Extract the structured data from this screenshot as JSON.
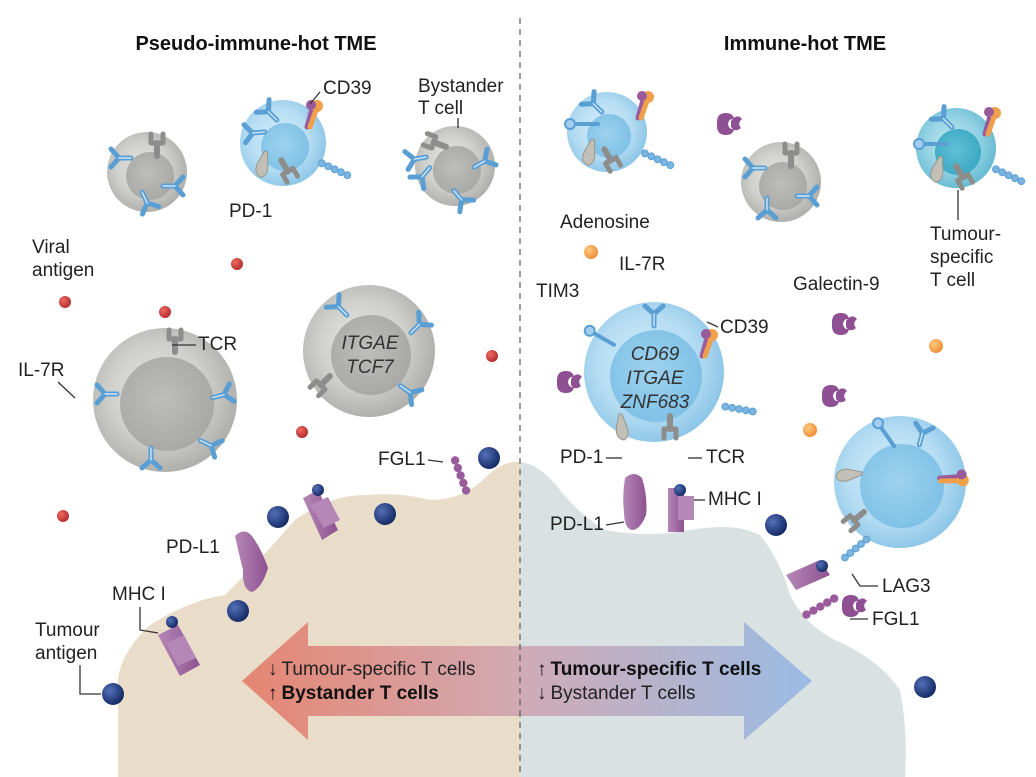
{
  "panels": {
    "left_title": "Pseudo-immune-hot TME",
    "right_title": "Immune-hot TME"
  },
  "labels": {
    "cd39_left": "CD39",
    "bystander_1": "Bystander",
    "bystander_2": "T cell",
    "pd1_left": "PD-1",
    "viral_1": "Viral",
    "viral_2": "antigen",
    "tcr_left": "TCR",
    "il7r_left": "IL-7R",
    "itgae_left": "ITGAE",
    "tcf7": "TCF7",
    "fgl1_left": "FGL1",
    "pdl1_left": "PD-L1",
    "mhc_left": "MHC I",
    "tumour_antigen_1": "Tumour",
    "tumour_antigen_2": "antigen",
    "adenosine": "Adenosine",
    "tumour_specific_1": "Tumour-",
    "tumour_specific_2": "specific",
    "tumour_specific_3": "T cell",
    "galectin9": "Galectin-9",
    "il7r_right": "IL-7R",
    "tim3": "TIM3",
    "cd39_right": "CD39",
    "cd69": "CD69",
    "itgae_right": "ITGAE",
    "znf683": "ZNF683",
    "pd1_right": "PD-1",
    "tcr_right": "TCR",
    "mhc_right": "MHC I",
    "pdl1_right": "PD-L1",
    "lag3": "LAG3",
    "fgl1_right": "FGL1"
  },
  "arrow": {
    "left_line1_arrow": "↓",
    "left_line1_text": "Tumour-specific T cells",
    "left_line2_arrow": "↑",
    "left_line2_text": "Bystander T cells",
    "right_line1_arrow": "↑",
    "right_line1_text": "Tumour-specific T cells",
    "right_line2_arrow": "↓",
    "right_line2_text": "Bystander T cells"
  },
  "colors": {
    "grey_cell": "#c9c9c7",
    "blue_cell": "#a9d7f0",
    "teal_cell": "#6fc1d8",
    "receptor_blue": "#5a9fd4",
    "purple": "#9a5b9d",
    "orange": "#f0a04b",
    "red_antigen": "#c0393b",
    "navy_antigen": "#1f3a78",
    "tumour_left": "#e8dcc8",
    "tumour_right": "#d8e0e2",
    "arrow_left": "#e08a7a",
    "arrow_right": "#a7bfde"
  }
}
